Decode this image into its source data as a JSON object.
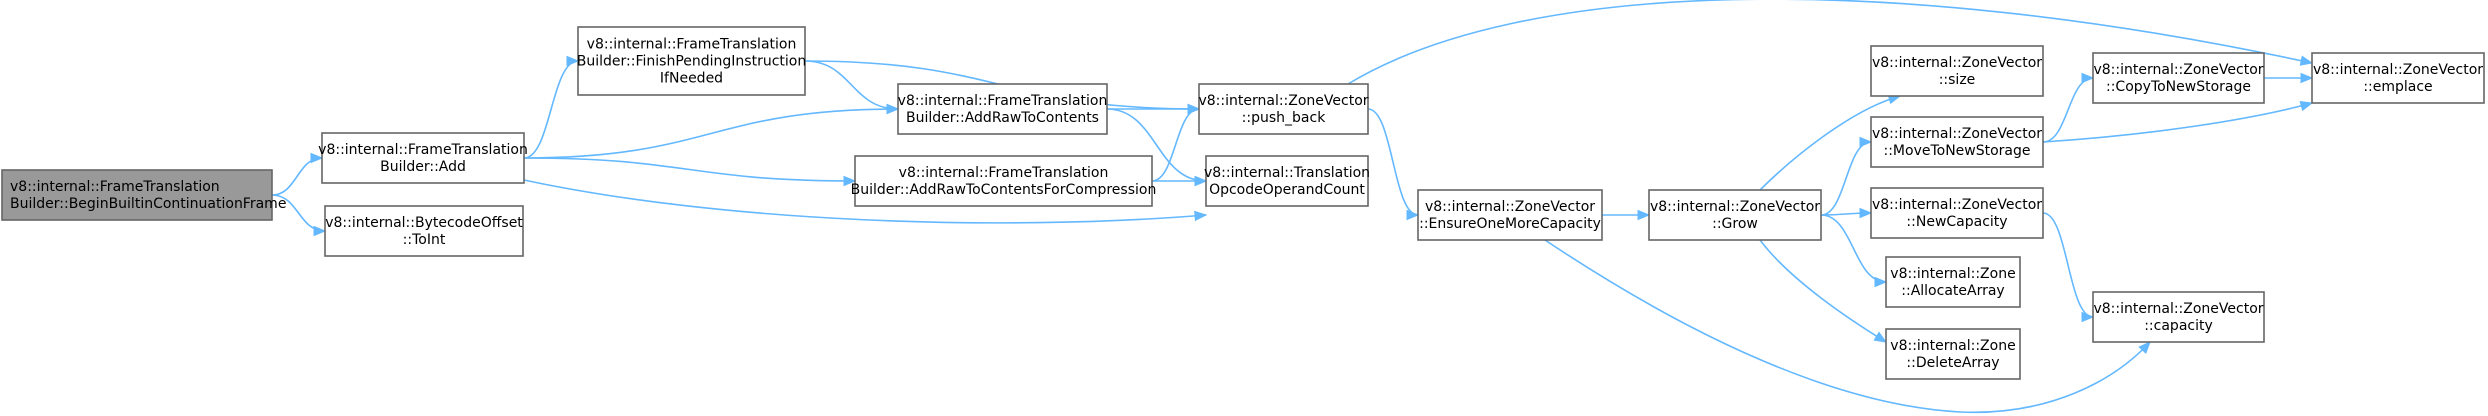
{
  "graph": {
    "nodes": [
      {
        "id": "begin",
        "lines": [
          "v8::internal::FrameTranslation",
          "Builder::BeginBuiltinContinuationFrame"
        ],
        "highlight": true
      },
      {
        "id": "add",
        "lines": [
          "v8::internal::FrameTranslation",
          "Builder::Add"
        ]
      },
      {
        "id": "toint",
        "lines": [
          "v8::internal::BytecodeOffset",
          "::ToInt"
        ]
      },
      {
        "id": "finish",
        "lines": [
          "v8::internal::FrameTranslation",
          "Builder::FinishPendingInstruction",
          "IfNeeded"
        ]
      },
      {
        "id": "addraw",
        "lines": [
          "v8::internal::FrameTranslation",
          "Builder::AddRawToContents"
        ]
      },
      {
        "id": "addrawcomp",
        "lines": [
          "v8::internal::FrameTranslation",
          "Builder::AddRawToContentsForCompression"
        ]
      },
      {
        "id": "pushback",
        "lines": [
          "v8::internal::ZoneVector",
          "::push_back"
        ]
      },
      {
        "id": "opcount",
        "lines": [
          "v8::internal::Translation",
          "OpcodeOperandCount"
        ]
      },
      {
        "id": "ensure",
        "lines": [
          "v8::internal::ZoneVector",
          "::EnsureOneMoreCapacity"
        ]
      },
      {
        "id": "grow",
        "lines": [
          "v8::internal::ZoneVector",
          "::Grow"
        ]
      },
      {
        "id": "size",
        "lines": [
          "v8::internal::ZoneVector",
          "::size"
        ]
      },
      {
        "id": "move",
        "lines": [
          "v8::internal::ZoneVector",
          "::MoveToNewStorage"
        ]
      },
      {
        "id": "newcap",
        "lines": [
          "v8::internal::ZoneVector",
          "::NewCapacity"
        ]
      },
      {
        "id": "alloc",
        "lines": [
          "v8::internal::Zone",
          "::AllocateArray"
        ]
      },
      {
        "id": "delete",
        "lines": [
          "v8::internal::Zone",
          "::DeleteArray"
        ]
      },
      {
        "id": "copy",
        "lines": [
          "v8::internal::ZoneVector",
          "::CopyToNewStorage"
        ]
      },
      {
        "id": "emplace",
        "lines": [
          "v8::internal::ZoneVector",
          "::emplace"
        ]
      },
      {
        "id": "capacity",
        "lines": [
          "v8::internal::ZoneVector",
          "::capacity"
        ]
      }
    ],
    "edges": [
      [
        "begin",
        "add"
      ],
      [
        "begin",
        "toint"
      ],
      [
        "add",
        "finish"
      ],
      [
        "add",
        "addraw"
      ],
      [
        "add",
        "addrawcomp"
      ],
      [
        "add",
        "opcount"
      ],
      [
        "finish",
        "addraw"
      ],
      [
        "finish",
        "pushback"
      ],
      [
        "addraw",
        "pushback"
      ],
      [
        "addraw",
        "opcount"
      ],
      [
        "addrawcomp",
        "pushback"
      ],
      [
        "addrawcomp",
        "opcount"
      ],
      [
        "pushback",
        "emplace"
      ],
      [
        "pushback",
        "ensure"
      ],
      [
        "ensure",
        "grow"
      ],
      [
        "ensure",
        "capacity"
      ],
      [
        "grow",
        "size"
      ],
      [
        "grow",
        "move"
      ],
      [
        "grow",
        "newcap"
      ],
      [
        "grow",
        "alloc"
      ],
      [
        "grow",
        "delete"
      ],
      [
        "move",
        "copy"
      ],
      [
        "move",
        "emplace"
      ],
      [
        "copy",
        "emplace"
      ],
      [
        "newcap",
        "capacity"
      ]
    ]
  },
  "colors": {
    "edge": "#63b8ff",
    "border": "#666666",
    "highlight_fill": "#999999",
    "fill": "#ffffff"
  }
}
